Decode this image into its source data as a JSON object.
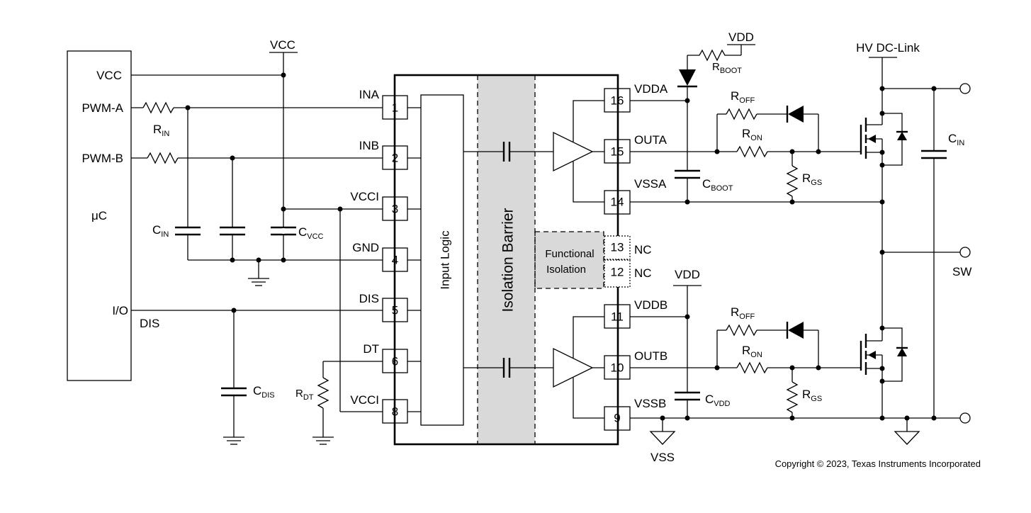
{
  "mcu": {
    "name": "μC",
    "pins": {
      "vcc": "VCC",
      "pwm_a": "PWM-A",
      "pwm_b": "PWM-B",
      "io": "I/O"
    },
    "dis_net": "DIS"
  },
  "rails": {
    "vcc": "VCC",
    "vdd": "VDD",
    "vdd_b": "VDD",
    "vss": "VSS",
    "hv_dc_link": "HV DC-Link",
    "sw": "SW"
  },
  "components": {
    "r_in": {
      "main": "R",
      "sub": "IN"
    },
    "c_in_left": {
      "main": "C",
      "sub": "IN"
    },
    "c_vcc": {
      "main": "C",
      "sub": "VCC"
    },
    "c_dis": {
      "main": "C",
      "sub": "DIS"
    },
    "r_dt": {
      "main": "R",
      "sub": "DT"
    },
    "r_boot": {
      "main": "R",
      "sub": "BOOT"
    },
    "c_boot": {
      "main": "C",
      "sub": "BOOT"
    },
    "c_vdd": {
      "main": "C",
      "sub": "VDD"
    },
    "r_off_a": {
      "main": "R",
      "sub": "OFF"
    },
    "r_on_a": {
      "main": "R",
      "sub": "ON"
    },
    "r_gs_a": {
      "main": "R",
      "sub": "GS"
    },
    "r_off_b": {
      "main": "R",
      "sub": "OFF"
    },
    "r_on_b": {
      "main": "R",
      "sub": "ON"
    },
    "r_gs_b": {
      "main": "R",
      "sub": "GS"
    },
    "c_in_right": {
      "main": "C",
      "sub": "IN"
    }
  },
  "ic": {
    "input_logic": "Input Logic",
    "isolation_barrier": "Isolation Barrier",
    "functional_isolation": [
      "Functional",
      "Isolation"
    ],
    "left_pins": [
      {
        "num": "1",
        "name": "INA"
      },
      {
        "num": "2",
        "name": "INB"
      },
      {
        "num": "3",
        "name": "VCCI"
      },
      {
        "num": "4",
        "name": "GND"
      },
      {
        "num": "5",
        "name": "DIS"
      },
      {
        "num": "6",
        "name": "DT"
      },
      {
        "num": "8",
        "name": "VCCI"
      }
    ],
    "right_pins": [
      {
        "num": "16",
        "name": "VDDA"
      },
      {
        "num": "15",
        "name": "OUTA"
      },
      {
        "num": "14",
        "name": "VSSA"
      },
      {
        "num": "13",
        "name": "NC"
      },
      {
        "num": "12",
        "name": "NC"
      },
      {
        "num": "11",
        "name": "VDDB"
      },
      {
        "num": "10",
        "name": "OUTB"
      },
      {
        "num": "9",
        "name": "VSSB"
      }
    ]
  },
  "copyright": "Copyright © 2023, Texas Instruments Incorporated"
}
